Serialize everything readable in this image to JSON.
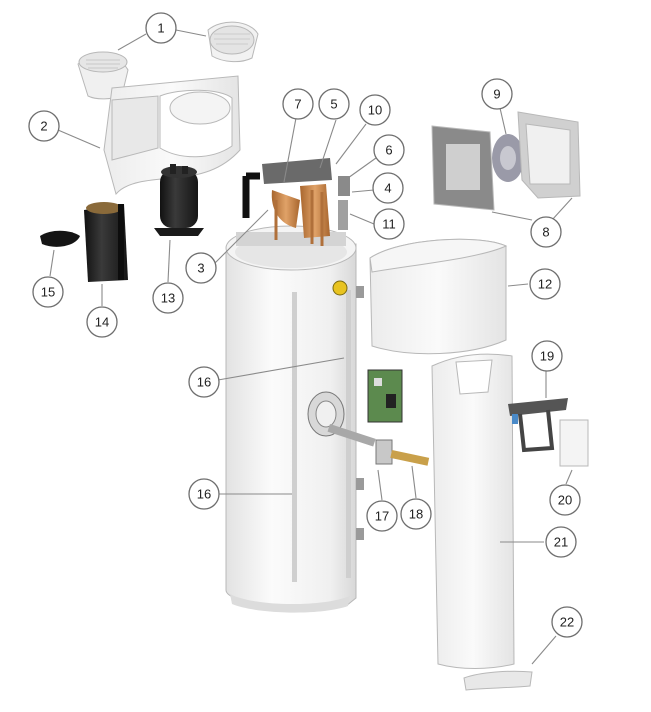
{
  "callouts": [
    {
      "id": "c1",
      "label": "1"
    },
    {
      "id": "c2",
      "label": "2"
    },
    {
      "id": "c3",
      "label": "3"
    },
    {
      "id": "c4",
      "label": "4"
    },
    {
      "id": "c5",
      "label": "5"
    },
    {
      "id": "c6",
      "label": "6"
    },
    {
      "id": "c7",
      "label": "7"
    },
    {
      "id": "c8",
      "label": "8"
    },
    {
      "id": "c9",
      "label": "9"
    },
    {
      "id": "c10",
      "label": "10"
    },
    {
      "id": "c11",
      "label": "11"
    },
    {
      "id": "c12",
      "label": "12"
    },
    {
      "id": "c13",
      "label": "13"
    },
    {
      "id": "c14",
      "label": "14"
    },
    {
      "id": "c15",
      "label": "15"
    },
    {
      "id": "c16a",
      "label": "16"
    },
    {
      "id": "c16b",
      "label": "16"
    },
    {
      "id": "c17",
      "label": "17"
    },
    {
      "id": "c18",
      "label": "18"
    },
    {
      "id": "c19",
      "label": "19"
    },
    {
      "id": "c20",
      "label": "20"
    },
    {
      "id": "c21",
      "label": "21"
    },
    {
      "id": "c22",
      "label": "22"
    }
  ],
  "colors": {
    "part_light": "#f2f2f2",
    "part_shadow": "#d6d6d6",
    "part_dark": "#2a2a2a",
    "copper": "#c9844a",
    "brass": "#c9a04a",
    "pcb_green": "#5c8a4e",
    "accent_yellow": "#e8c320"
  }
}
